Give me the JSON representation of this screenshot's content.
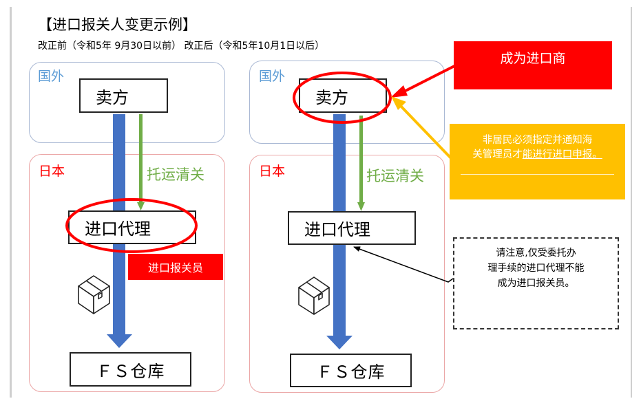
{
  "header": {
    "title": "【进口报关人变更示例】",
    "subtitle": "改正前（令和5年 9月30日以前） 改正后（令和5年10月1日以后）"
  },
  "colors": {
    "abroad_text": "#5b9bd5",
    "japan_text": "#ff0000",
    "customs_arrow": "#70ad47",
    "goods_arrow": "#4472c4",
    "highlight": "#ff0000",
    "notice": "#ffc000"
  },
  "before": {
    "abroad_label": "国外",
    "seller": "卖方",
    "japan_label": "日本",
    "customs_label": "托运清关",
    "agent": "进口代理",
    "agent_badge": "进口报关员",
    "warehouse": "ＦＳ仓库",
    "goods_icon": "package-box-icon"
  },
  "after": {
    "abroad_label": "国外",
    "seller": "卖方",
    "japan_label": "日本",
    "customs_label": "托运清关",
    "agent": "进口代理",
    "warehouse": "ＦＳ仓库",
    "goods_icon": "package-box-icon"
  },
  "callouts": {
    "importer": "成为进口商",
    "nonresident_line1": "非居民必须指定并通知海",
    "nonresident_line2a": "关管理员才",
    "nonresident_line2b": "能进行进口申报。",
    "note_line1": "请注意,仅受委托办",
    "note_line2": "理手续的进口代理不能",
    "note_line3": "成为进口报关员。"
  }
}
